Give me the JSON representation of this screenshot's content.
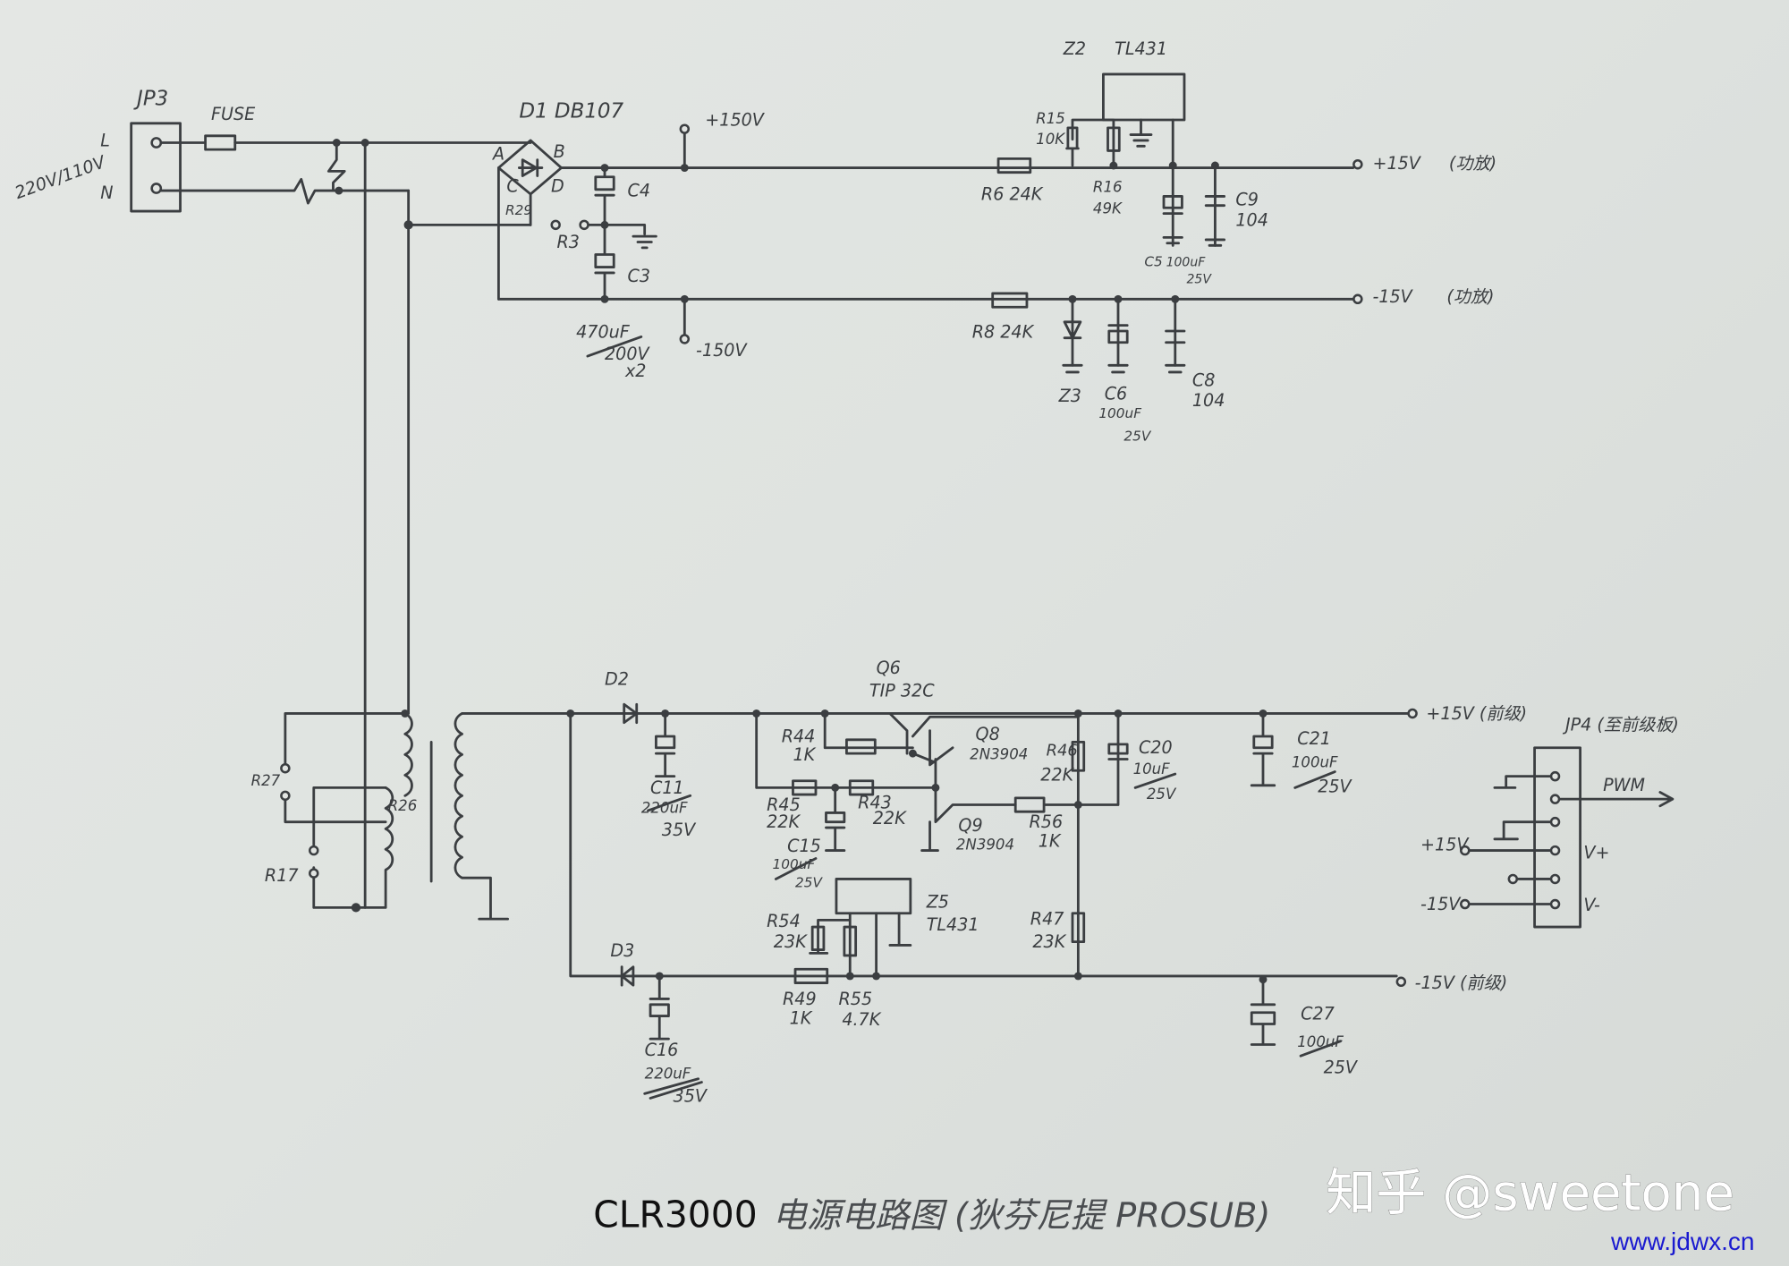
{
  "input": {
    "connector": "JP3",
    "line": "L",
    "neutral": "N",
    "voltage": "220V/110V",
    "fuse": "FUSE"
  },
  "bridge": {
    "ref": "D1 DB107",
    "pins": [
      "A",
      "B",
      "C",
      "D"
    ],
    "r29": "R29",
    "r3": "R3"
  },
  "hv_caps": {
    "c4": "C4",
    "c3": "C3",
    "spec1": "470uF",
    "spec2": "200V",
    "spec3": "x2"
  },
  "hv_rails": {
    "pos": "+150V",
    "neg": "-150V"
  },
  "amp_pos": {
    "r6": "R6 24K",
    "r15": "R15",
    "r15_val": "10K",
    "r16": "R16",
    "r16_val": "49K",
    "z2": "Z2",
    "z2_part": "TL431",
    "c5": "C5",
    "c5_val": "100uF",
    "c5_v": "25V",
    "c9": "C9",
    "c9_val": "104",
    "rail": "+15V",
    "rail_note": "(功放)"
  },
  "amp_neg": {
    "r8": "R8 24K",
    "z3": "Z3",
    "c6": "C6",
    "c6_val": "100uF",
    "c6_v": "25V",
    "c8": "C8",
    "c8_val": "104",
    "rail": "-15V",
    "rail_note": "(功放)"
  },
  "transformer": {
    "r27": "R27",
    "r26": "R26",
    "r17": "R17"
  },
  "pre_pos": {
    "d2": "D2",
    "c11": "C11",
    "c11_val": "220uF",
    "c11_v": "35V",
    "q6": "Q6",
    "q6_part": "TIP 32C",
    "q8": "Q8",
    "q8_part": "2N3904",
    "q9": "Q9",
    "q9_part": "2N3904",
    "r44": "R44",
    "r44_val": "1K",
    "r45": "R45",
    "r45_val": "22K",
    "r43": "R43",
    "r43_val": "22K",
    "c15": "C15",
    "c15_val": "100uF",
    "c15_v": "25V",
    "r46": "R46",
    "r46_val": "22K",
    "r56": "R56",
    "r56_val": "1K",
    "c20": "C20",
    "c20_val": "10uF",
    "c20_v": "25V",
    "c21": "C21",
    "c21_val": "100uF",
    "c21_v": "25V",
    "rail": "+15V (前级)"
  },
  "pre_neg": {
    "d3": "D3",
    "c16": "C16",
    "c16_val": "220uF",
    "c16_v": "35V",
    "z5": "Z5",
    "z5_part": "TL431",
    "r54": "R54",
    "r54_val": "23K",
    "r55": "R55",
    "r55_val": "4.7K",
    "r49": "R49",
    "r49_val": "1K",
    "r47": "R47",
    "r47_val": "23K",
    "c27": "C27",
    "c27_val": "100uF",
    "c27_v": "25V",
    "rail": "-15V (前级)"
  },
  "jp4": {
    "title": "JP4 (至前级板)",
    "pwm": "PWM",
    "vplus": "V+",
    "vminus": "V-",
    "in_pos": "+15V",
    "in_neg": "-15V"
  },
  "footer": {
    "title": "CLR3000",
    "subtitle": "电源电路图 (狄芬尼提 PROSUB)",
    "watermark": "知乎 @sweetone",
    "url": "www.jdwx.cn"
  }
}
